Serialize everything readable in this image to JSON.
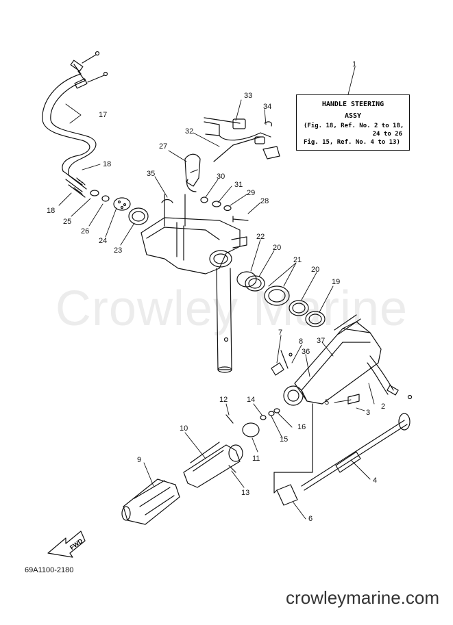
{
  "watermark": "Crowley Marine",
  "legend": {
    "number": "1",
    "title": "HANDLE STEERING",
    "subtitle": "ASSY",
    "ref1": "(Fig. 18, Ref. No. 2 to 18,",
    "ref2": "24 to 26",
    "ref3": "Fig. 15, Ref. No. 4 to 13)"
  },
  "direction_label": "FWD",
  "diagram_code": "69A1100-2180",
  "site": "crowleymarine.com",
  "callouts": {
    "c1": "1",
    "c2": "2",
    "c3": "3",
    "c4": "4",
    "c5": "5",
    "c6": "6",
    "c7": "7",
    "c8": "8",
    "c9": "9",
    "c10": "10",
    "c11": "11",
    "c12": "12",
    "c13": "13",
    "c14": "14",
    "c15": "15",
    "c16": "16",
    "c17": "17",
    "c18a": "18",
    "c18b": "18",
    "c19": "19",
    "c20a": "20",
    "c20b": "20",
    "c21": "21",
    "c22": "22",
    "c23": "23",
    "c24": "24",
    "c25": "25",
    "c26": "26",
    "c27": "27",
    "c28": "28",
    "c29": "29",
    "c30": "30",
    "c31": "31",
    "c32": "32",
    "c33": "33",
    "c34": "34",
    "c35": "35",
    "c36": "36",
    "c37": "37"
  }
}
